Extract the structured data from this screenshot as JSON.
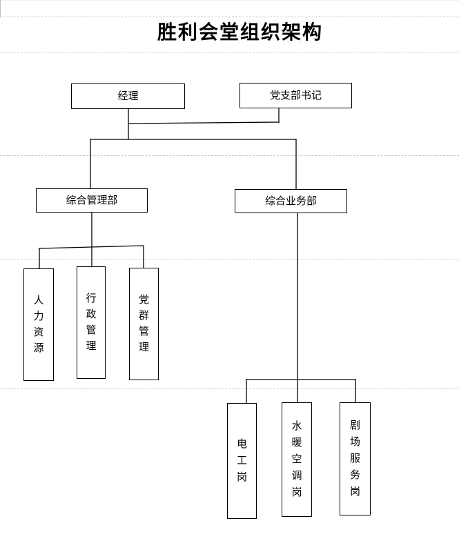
{
  "title": "胜利会堂组织架构",
  "nodes": {
    "manager": "经理",
    "party_secretary": "党支部书记",
    "general_management": "综合管理部",
    "general_business": "综合业务部",
    "hr": "人力资源",
    "admin": "行政管理",
    "party_mass": "党群管理",
    "electrician": "电工岗",
    "hvac": "水暖空调岗",
    "theater_service": "剧场服务岗"
  },
  "edges": [
    {
      "from": "manager",
      "to": "general_management"
    },
    {
      "from": "manager",
      "to": "general_business"
    },
    {
      "from": "party_secretary",
      "to": "general_management"
    },
    {
      "from": "party_secretary",
      "to": "general_business"
    },
    {
      "from": "general_management",
      "to": "hr"
    },
    {
      "from": "general_management",
      "to": "admin"
    },
    {
      "from": "general_management",
      "to": "party_mass"
    },
    {
      "from": "general_business",
      "to": "electrician"
    },
    {
      "from": "general_business",
      "to": "hvac"
    },
    {
      "from": "general_business",
      "to": "theater_service"
    }
  ],
  "colors": {
    "background": "#ffffff",
    "text": "#000000",
    "box_border": "#000000",
    "connector": "#000000",
    "print_gridline": "#c8c8c8"
  }
}
